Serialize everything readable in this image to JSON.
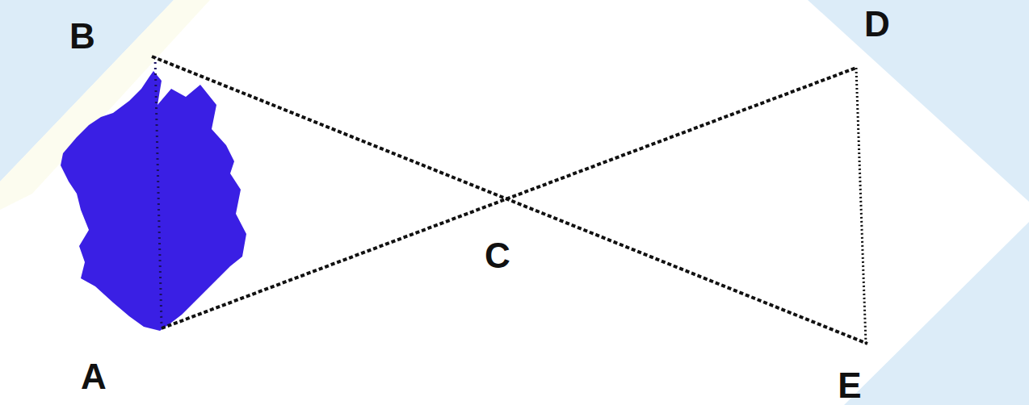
{
  "diagram": {
    "labels": [
      "B",
      "D",
      "C",
      "A",
      "E"
    ]
  }
}
